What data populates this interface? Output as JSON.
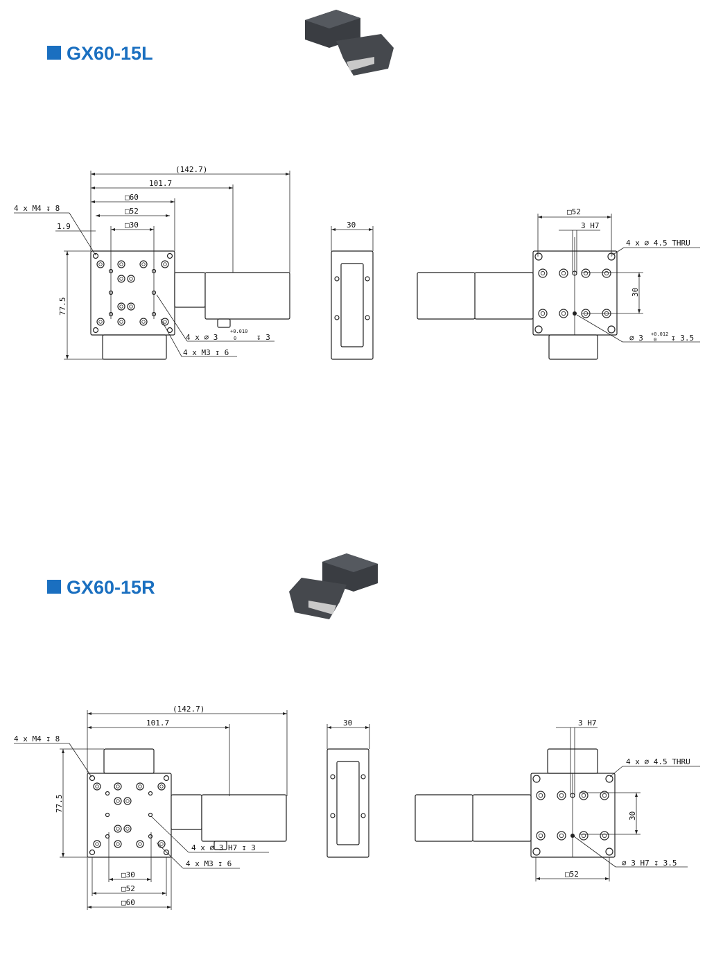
{
  "colors": {
    "accent": "#1a6fc0",
    "line": "#222222"
  },
  "sections": [
    {
      "title": "GX60-15L",
      "top_view": {
        "overall_length": "(142.7)",
        "motor_length": "101.7",
        "square_60": "□60",
        "square_52": "□52",
        "square_30": "□30",
        "offset": "1.9",
        "height": "77.5",
        "callout_m4": "4 x M4 ↧ 8",
        "callout_pin_a": "4 x ∅ 3",
        "callout_pin_tol_upper": "+0.010",
        "callout_pin_tol_lower": "0",
        "callout_pin_depth": "↧ 3",
        "callout_m3": "4 x M3 ↧ 6"
      },
      "side_view": {
        "width": "30"
      },
      "bottom_view": {
        "square_52": "□52",
        "pin_h7": "3 H7",
        "thru": "4 x ∅ 4.5 THRU",
        "spacing": "30",
        "pin_a": "∅ 3",
        "pin_tol_upper": "+0.012",
        "pin_tol_lower": "0",
        "pin_depth": "↧ 3.5"
      }
    },
    {
      "title": "GX60-15R",
      "top_view": {
        "overall_length": "(142.7)",
        "motor_length": "101.7",
        "square_60": "□60",
        "square_52": "□52",
        "square_30": "□30",
        "height": "77.5",
        "callout_m4": "4 x M4 ↧ 8",
        "callout_pin": "4 x ∅ 3 H7 ↧ 3",
        "callout_m3": "4 x M3 ↧ 6"
      },
      "side_view": {
        "width": "30"
      },
      "bottom_view": {
        "square_52": "□52",
        "pin_h7": "3 H7",
        "thru": "4 x ∅ 4.5 THRU",
        "spacing": "30",
        "pin": "∅ 3 H7 ↧ 3.5"
      }
    }
  ]
}
